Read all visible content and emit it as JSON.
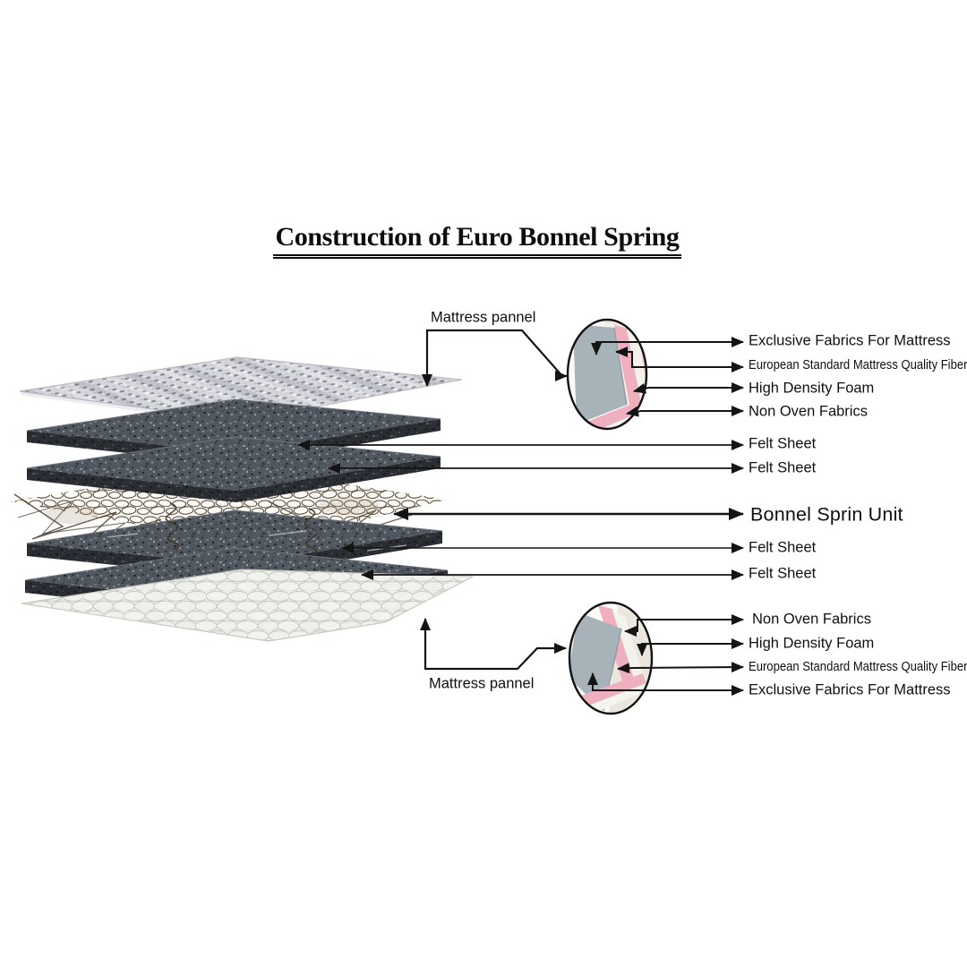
{
  "title": {
    "text": "Construction of Euro Bonnel Spring"
  },
  "labels": {
    "mattress_panel_top": "Mattress pannel",
    "mattress_panel_bottom": "Mattress pannel",
    "exclusive_fabrics_top": "Exclusive Fabrics For Mattress",
    "euro_fiber_top": "European Standard Mattress Quality Fiber",
    "high_density_foam_top": "High Density Foam",
    "non_oven_fabrics_top": "Non Oven Fabrics",
    "felt_sheet_1": "Felt Sheet",
    "felt_sheet_2": "Felt Sheet",
    "bonnel_spring_unit": "Bonnel Sprin Unit",
    "felt_sheet_3": "Felt Sheet",
    "felt_sheet_4": "Felt Sheet",
    "non_oven_fabrics_bottom": "Non Oven Fabrics",
    "high_density_foam_bottom": "High Density Foam",
    "euro_fiber_bottom": "European Standard Mattress Quality Fiber",
    "exclusive_fabrics_bottom": "Exclusive Fabrics For Mattress"
  },
  "layers": [
    "Mattress pannel (quilted top panel)",
    "Felt Sheet",
    "Felt Sheet",
    "Bonnel Sprin Unit (spring wire mesh)",
    "Felt Sheet",
    "Felt Sheet",
    "Mattress pannel (quilted bottom panel)"
  ],
  "colors": {
    "ink": "#141414",
    "felt": "#51575f",
    "felt-edge": "#2a2d32",
    "quilt": "#d6d7dd",
    "scallop": "#eceee9",
    "pink": "#eeafbe",
    "grayblue": "#a7b3b9",
    "cream": "#eae6dd"
  }
}
